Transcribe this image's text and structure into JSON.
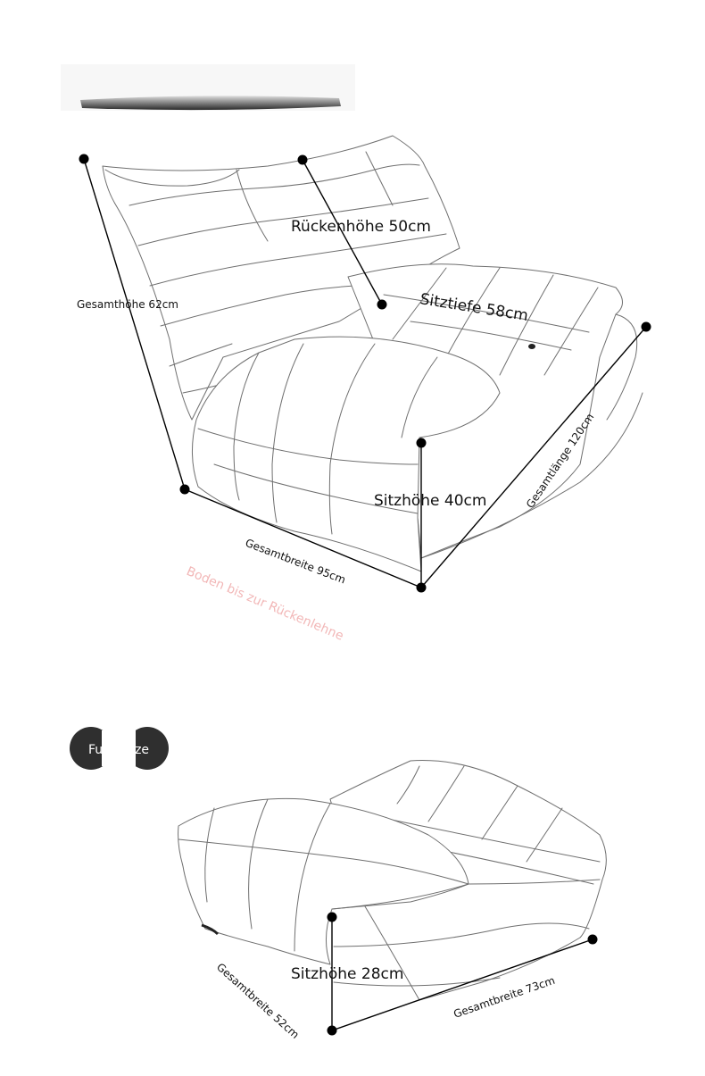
{
  "sofa": {
    "labels": {
      "backrest_height": "Rückenhöhe 50cm",
      "seat_depth": "Sitztiefe 58cm",
      "total_height": "Gesamthöhe 62cm",
      "seat_height": "Sitzhöhe 40cm",
      "total_length": "Gesamtlänge 120cm",
      "total_width": "Gesamtbreite 95cm",
      "floor_note": "Boden bis zur Rückenlehne"
    }
  },
  "footstool": {
    "badge_label": "Fußstütze",
    "labels": {
      "seat_height": "Sitzhöhe 28cm",
      "total_width_side": "Gesamtbreite 52cm",
      "total_width_front": "Gesamtbreite 73cm"
    }
  },
  "colors": {
    "badge": "#2f2f2f",
    "floor_note": "#f2b7b7",
    "outline": "#6f6f6f"
  }
}
